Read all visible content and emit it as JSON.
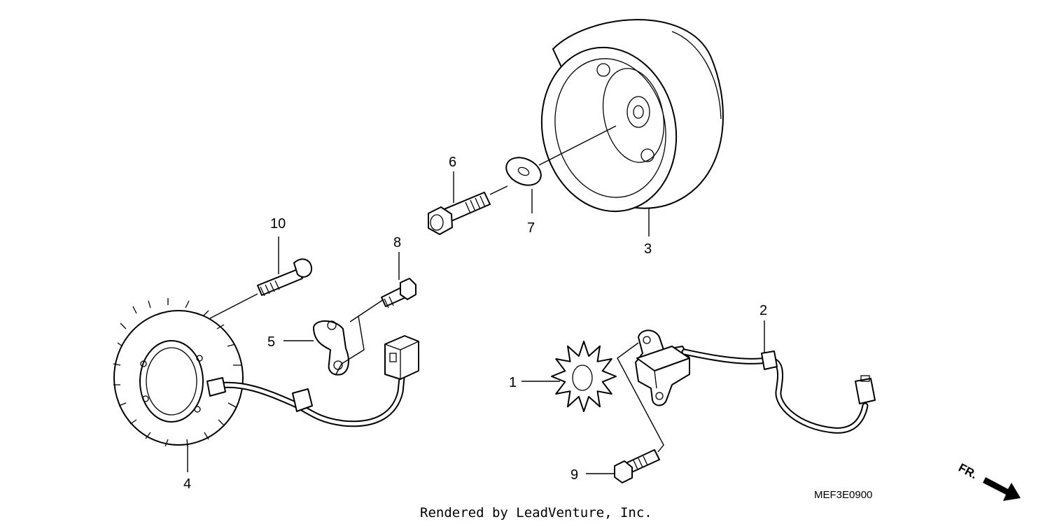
{
  "diagram_code": "MEF3E0900",
  "credit": "Rendered by LeadVenture, Inc.",
  "direction_label": "FR.",
  "callouts": [
    {
      "id": "1",
      "label": "1"
    },
    {
      "id": "2",
      "label": "2"
    },
    {
      "id": "3",
      "label": "3"
    },
    {
      "id": "4",
      "label": "4"
    },
    {
      "id": "5",
      "label": "5"
    },
    {
      "id": "6",
      "label": "6"
    },
    {
      "id": "7",
      "label": "7"
    },
    {
      "id": "8",
      "label": "8"
    },
    {
      "id": "9",
      "label": "9"
    },
    {
      "id": "10",
      "label": "10"
    }
  ]
}
